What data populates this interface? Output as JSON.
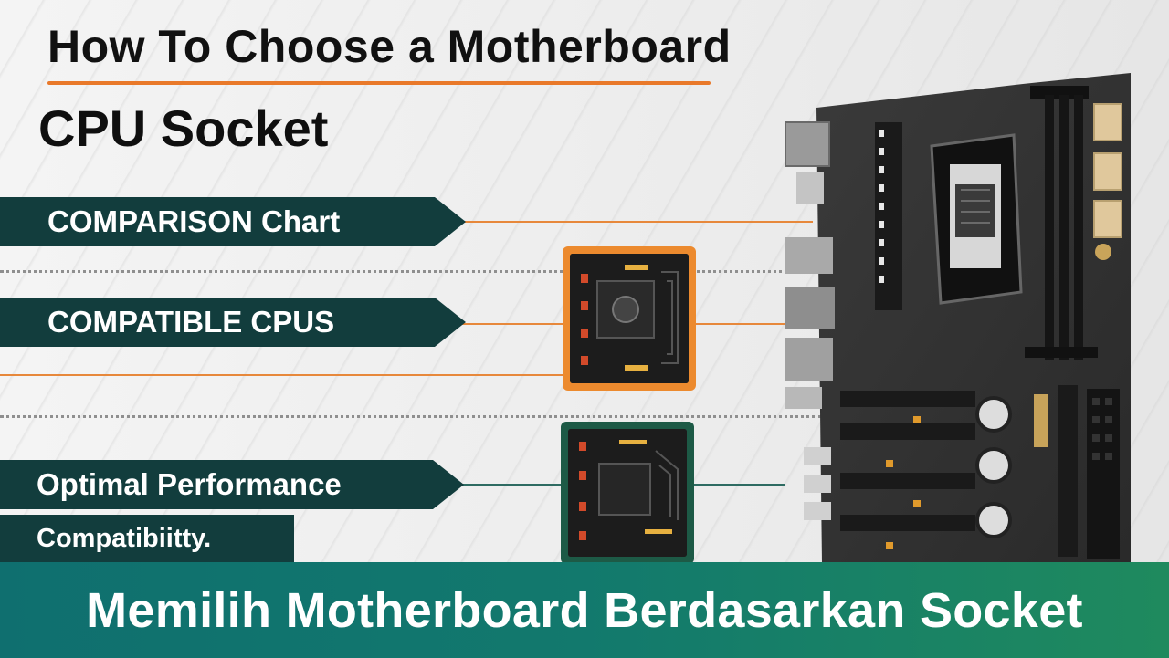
{
  "title": "How To Choose a Motherboard",
  "subtitle": "CPU Socket",
  "banners": [
    {
      "label": "COMPARISON Chart"
    },
    {
      "label": "COMPATIBLE CPUS"
    },
    {
      "label": "Optimal Performance"
    },
    {
      "label": "Compatibiitty."
    }
  ],
  "footer": {
    "text": "Memilih Motherboard Berdasarkan Socket"
  },
  "colors": {
    "banner": "#123d3d",
    "accent_orange": "#e9792a",
    "accent_green": "#1d5a46",
    "footer_start": "#0f6f6f",
    "footer_end": "#1f8a5e"
  },
  "icons": [
    "motherboard-image",
    "cpu-chip-icon",
    "circuit-chip-icon"
  ]
}
